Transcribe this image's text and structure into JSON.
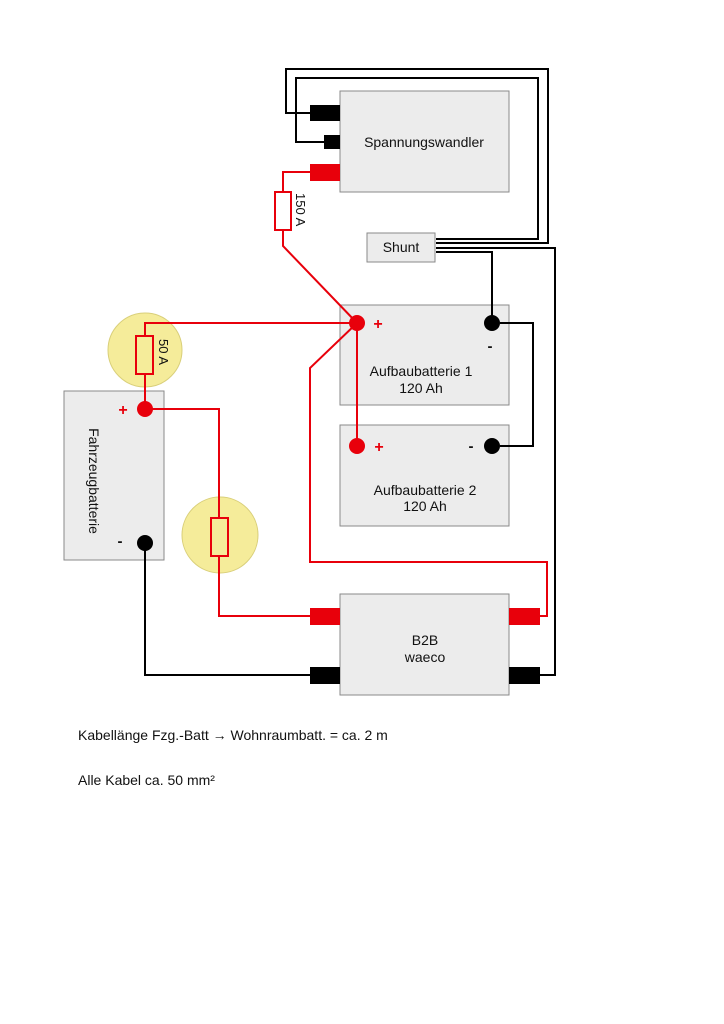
{
  "components": {
    "spannungswandler": {
      "label": "Spannungswandler"
    },
    "shunt": {
      "label": "Shunt"
    },
    "fuse_150": {
      "label": "150 A"
    },
    "fuse_50": {
      "label": "50 A"
    },
    "fahrzeugbatterie": {
      "label": "Fahrzeugbatterie",
      "plus": "+",
      "minus": "-"
    },
    "aufbau1": {
      "line1": "Aufbaubatterie 1",
      "line2": "120 Ah",
      "plus": "+",
      "minus": "-"
    },
    "aufbau2": {
      "line1": "Aufbaubatterie 2",
      "line2": "120 Ah",
      "plus": "+",
      "minus": "-"
    },
    "b2b": {
      "line1": "B2B",
      "line2": "waeco"
    }
  },
  "notes": {
    "cable_length": "Kabellänge Fzg.-Batt → Wohnraumbatt. = ca. 2 m",
    "cable_size": "Alle Kabel ca. 50 mm²"
  },
  "colors": {
    "positive": "#e8000b",
    "negative": "#000000",
    "highlight": "#f5ec9a"
  }
}
